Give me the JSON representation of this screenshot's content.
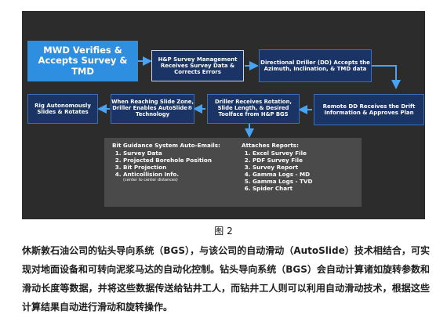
{
  "diagram": {
    "nodes": {
      "mwd": "MWD Verifies & Accepts Survey & TMD",
      "hp_mgmt": "H&P Survey Management Receives Survey Data & Corrects Errors",
      "dd": "Directional Driller (DD) Accepts the Azimuth, Inclination, & TMD data",
      "remote_dd": "Remote DD Receives the Drift Information & Approves Plan",
      "driller": "Driller Receives Rotation, Slide Length, & Desired Toolface from H&P BGS",
      "slide_zone": "When Reaching Slide Zone, Driller Enables AutoSlide® Technology",
      "rig": "Rig Autonomously Slides & Rotates"
    },
    "summary": {
      "emails_title": "Bit Guidance System Auto-Emails:",
      "emails": [
        "Survey Data",
        "Projected Borehole Position",
        "Bit Projection",
        "Anticollision Info."
      ],
      "emails_note": "(center to center distances)",
      "reports_title": "Attaches Reports:",
      "reports": [
        "Excel Survey File",
        "PDF Survey File",
        "Survey Report",
        "Gamma Logs - MD",
        "Gamma Logs - TVD",
        "Spider Chart"
      ]
    }
  },
  "caption": "图 2",
  "paragraph": "休斯敦石油公司的钻头导向系统（BGS），与该公司的自动滑动（AutoSlide）技术相结合，可实现对地面设备和可转向泥浆马达的自动化控制。钻头导向系统（BGS）会自动计算诸如旋转参数和滑动长度等数据，并将这些数据传送给钻井工人，而钻井工人则可以利用自动滑动技术，根据这些计算结果自动进行滑动和旋转操作。",
  "colors": {
    "accent": "#2e8ee0",
    "dark_box": "#1a3565",
    "figure_bg": "#2c2c2c",
    "arrow": "#4aa3f0"
  }
}
